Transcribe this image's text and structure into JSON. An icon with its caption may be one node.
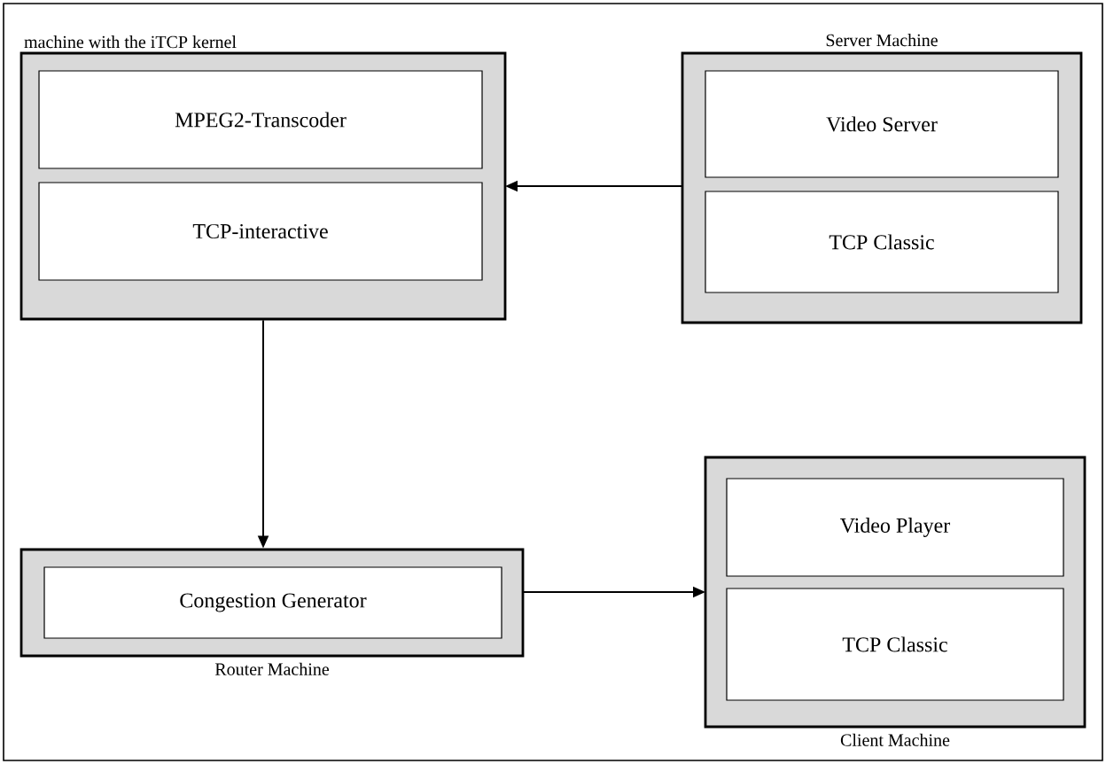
{
  "diagram": {
    "nodes": [
      {
        "text": [
          "machine with the iTCP kernel"
        ]
      },
      {
        "text": [
          "MPEG2-Transcoder"
        ],
        "in": 0
      },
      {
        "text": [
          "TCP-interactive"
        ],
        "in": 0
      },
      {
        "text": [
          "Server Machine"
        ]
      },
      {
        "text": [
          "Video Server"
        ],
        "in": 3
      },
      {
        "text": [
          "TCP Classic"
        ],
        "in": 3
      },
      {
        "text": [
          "Router Machine"
        ]
      },
      {
        "text": [
          "Congestion Generator"
        ],
        "in": 6
      },
      {
        "text": [
          "Client Machine"
        ]
      },
      {
        "text": [
          "Video Player"
        ],
        "in": 8
      },
      {
        "text": [
          "TCP Classic"
        ],
        "in": 8
      }
    ],
    "edges": [
      {
        "from": 3,
        "to": 0,
        "arrow": "to"
      },
      {
        "from": 0,
        "to": 6,
        "arrow": "to"
      },
      {
        "from": 6,
        "to": 8,
        "arrow": "to"
      }
    ]
  }
}
